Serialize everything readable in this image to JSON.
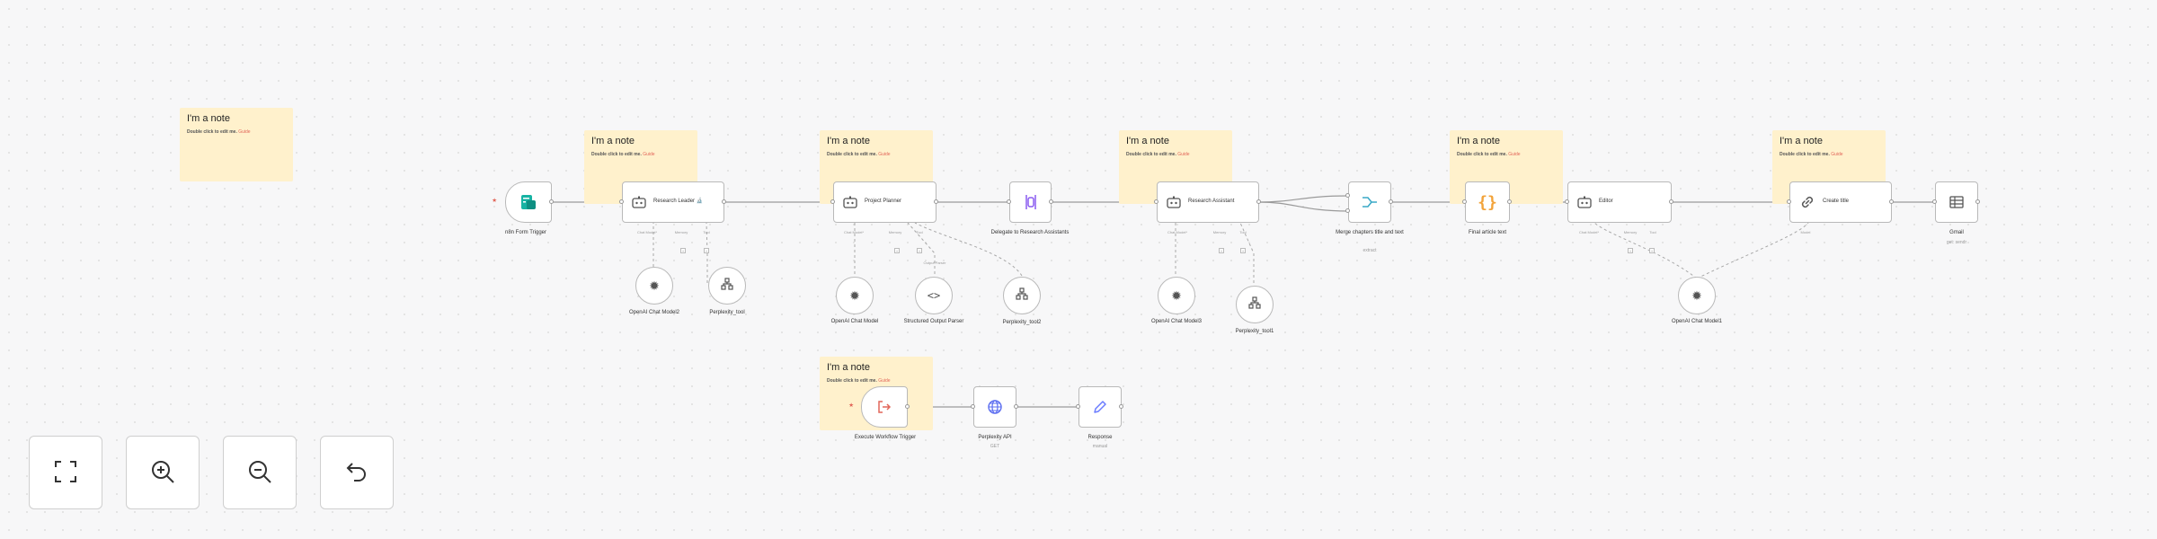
{
  "notes": {
    "title": "I'm a note",
    "hint": "Double click to edit me.",
    "guide": "Guide"
  },
  "nodes": {
    "form_trigger": "n8n Form Trigger",
    "research_leader": "Research Leader 🔬",
    "project_planner": "Project Planner",
    "delegate": "Delegate to Research Assistants",
    "research_assistant": "Research Assistant",
    "merge": "Merge chapters title and text",
    "merge_sub": "extract",
    "final_article": "Final article text",
    "editor": "Editor",
    "create_title": "Create title",
    "gmail": "Gmail",
    "gmail_sub": "get: sendr",
    "execute_trigger": "Execute Workflow Trigger",
    "perplexity_api": "Perplexity API",
    "perplexity_api_sub": "GET",
    "response": "Response",
    "response_sub": "manual"
  },
  "subnodes": {
    "openai_model2": "OpenAI Chat Model2",
    "perplexity_tool": "Perplexity_tool",
    "openai_model": "OpenAI Chat Model",
    "structured_parser": "Structured Output Parser",
    "perplexity_tool2": "Perplexity_tool2",
    "openai_model3": "OpenAI Chat Model3",
    "perplexity_tool1": "Perplexity_tool1",
    "openai_model1": "OpenAI Chat Model1"
  },
  "ports": {
    "chat_model": "Chat Model*",
    "memory": "Memory",
    "tool": "Tool",
    "output_parser": "Output Parser",
    "model": "Model"
  },
  "colors": {
    "note_bg": "#fff1cc",
    "trigger_accent": "#e2675a",
    "form_icon": "#17b3a3",
    "merge_icon": "#3aa9c7",
    "code_icon": "#f2a33a",
    "http_icon": "#5a6cf0",
    "response_icon": "#6a7cff",
    "edge": "#999999"
  }
}
